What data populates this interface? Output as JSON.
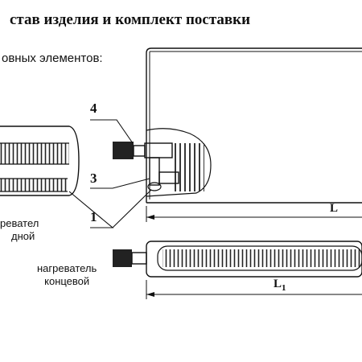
{
  "document": {
    "title": "став изделия и комплект поставки",
    "subtitle": "овных элементов:"
  },
  "callouts": {
    "n4": "4",
    "n3": "3",
    "n1": "1"
  },
  "dimensions": {
    "L": "L",
    "L1": "L",
    "L1_sub": "1"
  },
  "labels": {
    "left_heater_line1": "ревател",
    "left_heater_line2": "дной",
    "end_heater_line1": "нагреватель",
    "end_heater_line2": "концевой"
  }
}
